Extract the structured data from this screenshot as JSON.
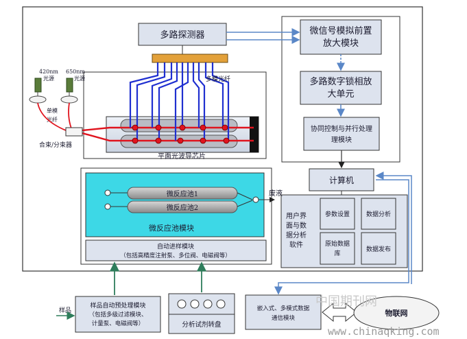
{
  "boxes": {
    "multi_detector": "多路探测器",
    "preamp_line1": "微信号模拟前置",
    "preamp_line2": "放大模块",
    "lockin_line1": "多路数字锁相放",
    "lockin_line2": "大单元",
    "sync_line1": "协同控制与并行处理",
    "sync_line2": "理模块",
    "computer": "计算机",
    "ui_software_line1": "用户界",
    "ui_software_line2": "面与数",
    "ui_software_line3": "据分析",
    "ui_software_line4": "软件",
    "param_setting": "参数设置",
    "data_analysis": "数据分析",
    "raw_db_line1": "原始数据",
    "raw_db_line2": "库",
    "data_publish": "数据发布",
    "micro_reactor_module": "微反应池模块",
    "reactor1": "微反应池1",
    "reactor2": "微反应池2",
    "waste": "废液",
    "autosampler_line1": "自动进样模块",
    "autosampler_line2": "（包括高精度注射泵、多位阀、电磁阀等）",
    "sample_pre_line1": "样品自动预处理模块",
    "sample_pre_line2": "（包括多级过滤模块、",
    "sample_pre_line3": "计量泵、电磁阀等）",
    "sample_label": "样品",
    "reagent_disk": "分析试剂转盘",
    "comm_line1": "嵌入式、多模式数据",
    "comm_line2": "通信模块",
    "chip_label": "平面光波导芯片",
    "multimode_fiber": "多模光纤",
    "singlemode_fiber_line1": "单模",
    "singlemode_fiber_line2": "光纤",
    "combiner": "合束/分束器",
    "source420_line1": "420nm",
    "source420_line2": "光源",
    "source650_line1": "650nm",
    "source650_line2": "光源"
  },
  "watermark": {
    "cn_text": "中国期刊网",
    "badge_text": "物联网",
    "url": "www.chinaqking.com"
  },
  "colors": {
    "box_fill": "#dde3ee",
    "reactor_bg": "#3dd8e6",
    "fiber_blue": "#1f2fd0",
    "laser_red": "#e0141e",
    "connector_orange": "#e3a13a",
    "arrow_green": "#2e7d5b",
    "arrow_blue": "#5a87c7"
  }
}
